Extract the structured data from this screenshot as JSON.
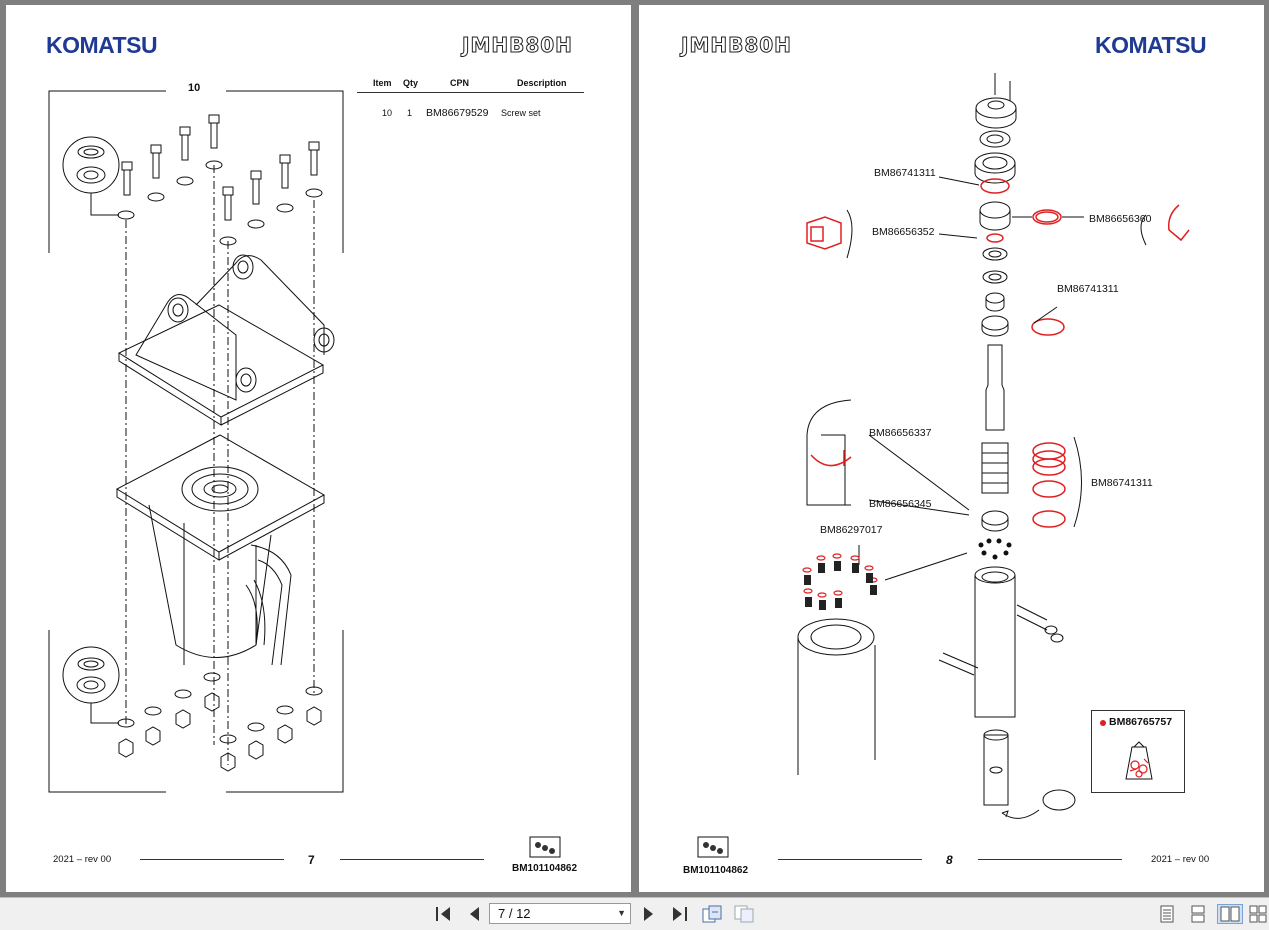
{
  "left_page": {
    "brand": "KOMATSU",
    "model": "JMHB80H",
    "group_number": "10",
    "parts_table": {
      "headers": [
        "Item",
        "Qty",
        "CPN",
        "Description"
      ],
      "rows": [
        {
          "item": "10",
          "qty": "1",
          "cpn": "BM86679529",
          "description": "Screw set"
        }
      ]
    },
    "footer": {
      "edition": "2021 – rev 00",
      "page_number": "7",
      "doc_code": "BM101104862"
    }
  },
  "right_page": {
    "brand": "KOMATSU",
    "model": "JMHB80H",
    "callouts": [
      "BM86741311",
      "BM86656352",
      "BM86656360",
      "BM86741311",
      "BM86656337",
      "BM86656345",
      "BM86741311",
      "BM86297017"
    ],
    "kit_box": "BM86765757",
    "footer": {
      "edition": "2021 – rev 00",
      "page_number": "8",
      "doc_code": "BM101104862"
    }
  },
  "toolbar": {
    "page_indicator": "7 / 12",
    "icons": [
      "first-page-icon",
      "previous-page-icon",
      "next-page-icon",
      "last-page-icon",
      "extract-page-icon",
      "insert-page-icon",
      "single-page-view-icon",
      "continuous-view-icon",
      "two-page-view-icon",
      "two-page-continuous-view-icon"
    ]
  },
  "colors": {
    "brand_blue": "#1f3a93",
    "seal_red": "#e02020",
    "viewer_gray": "#7f7f7f"
  }
}
